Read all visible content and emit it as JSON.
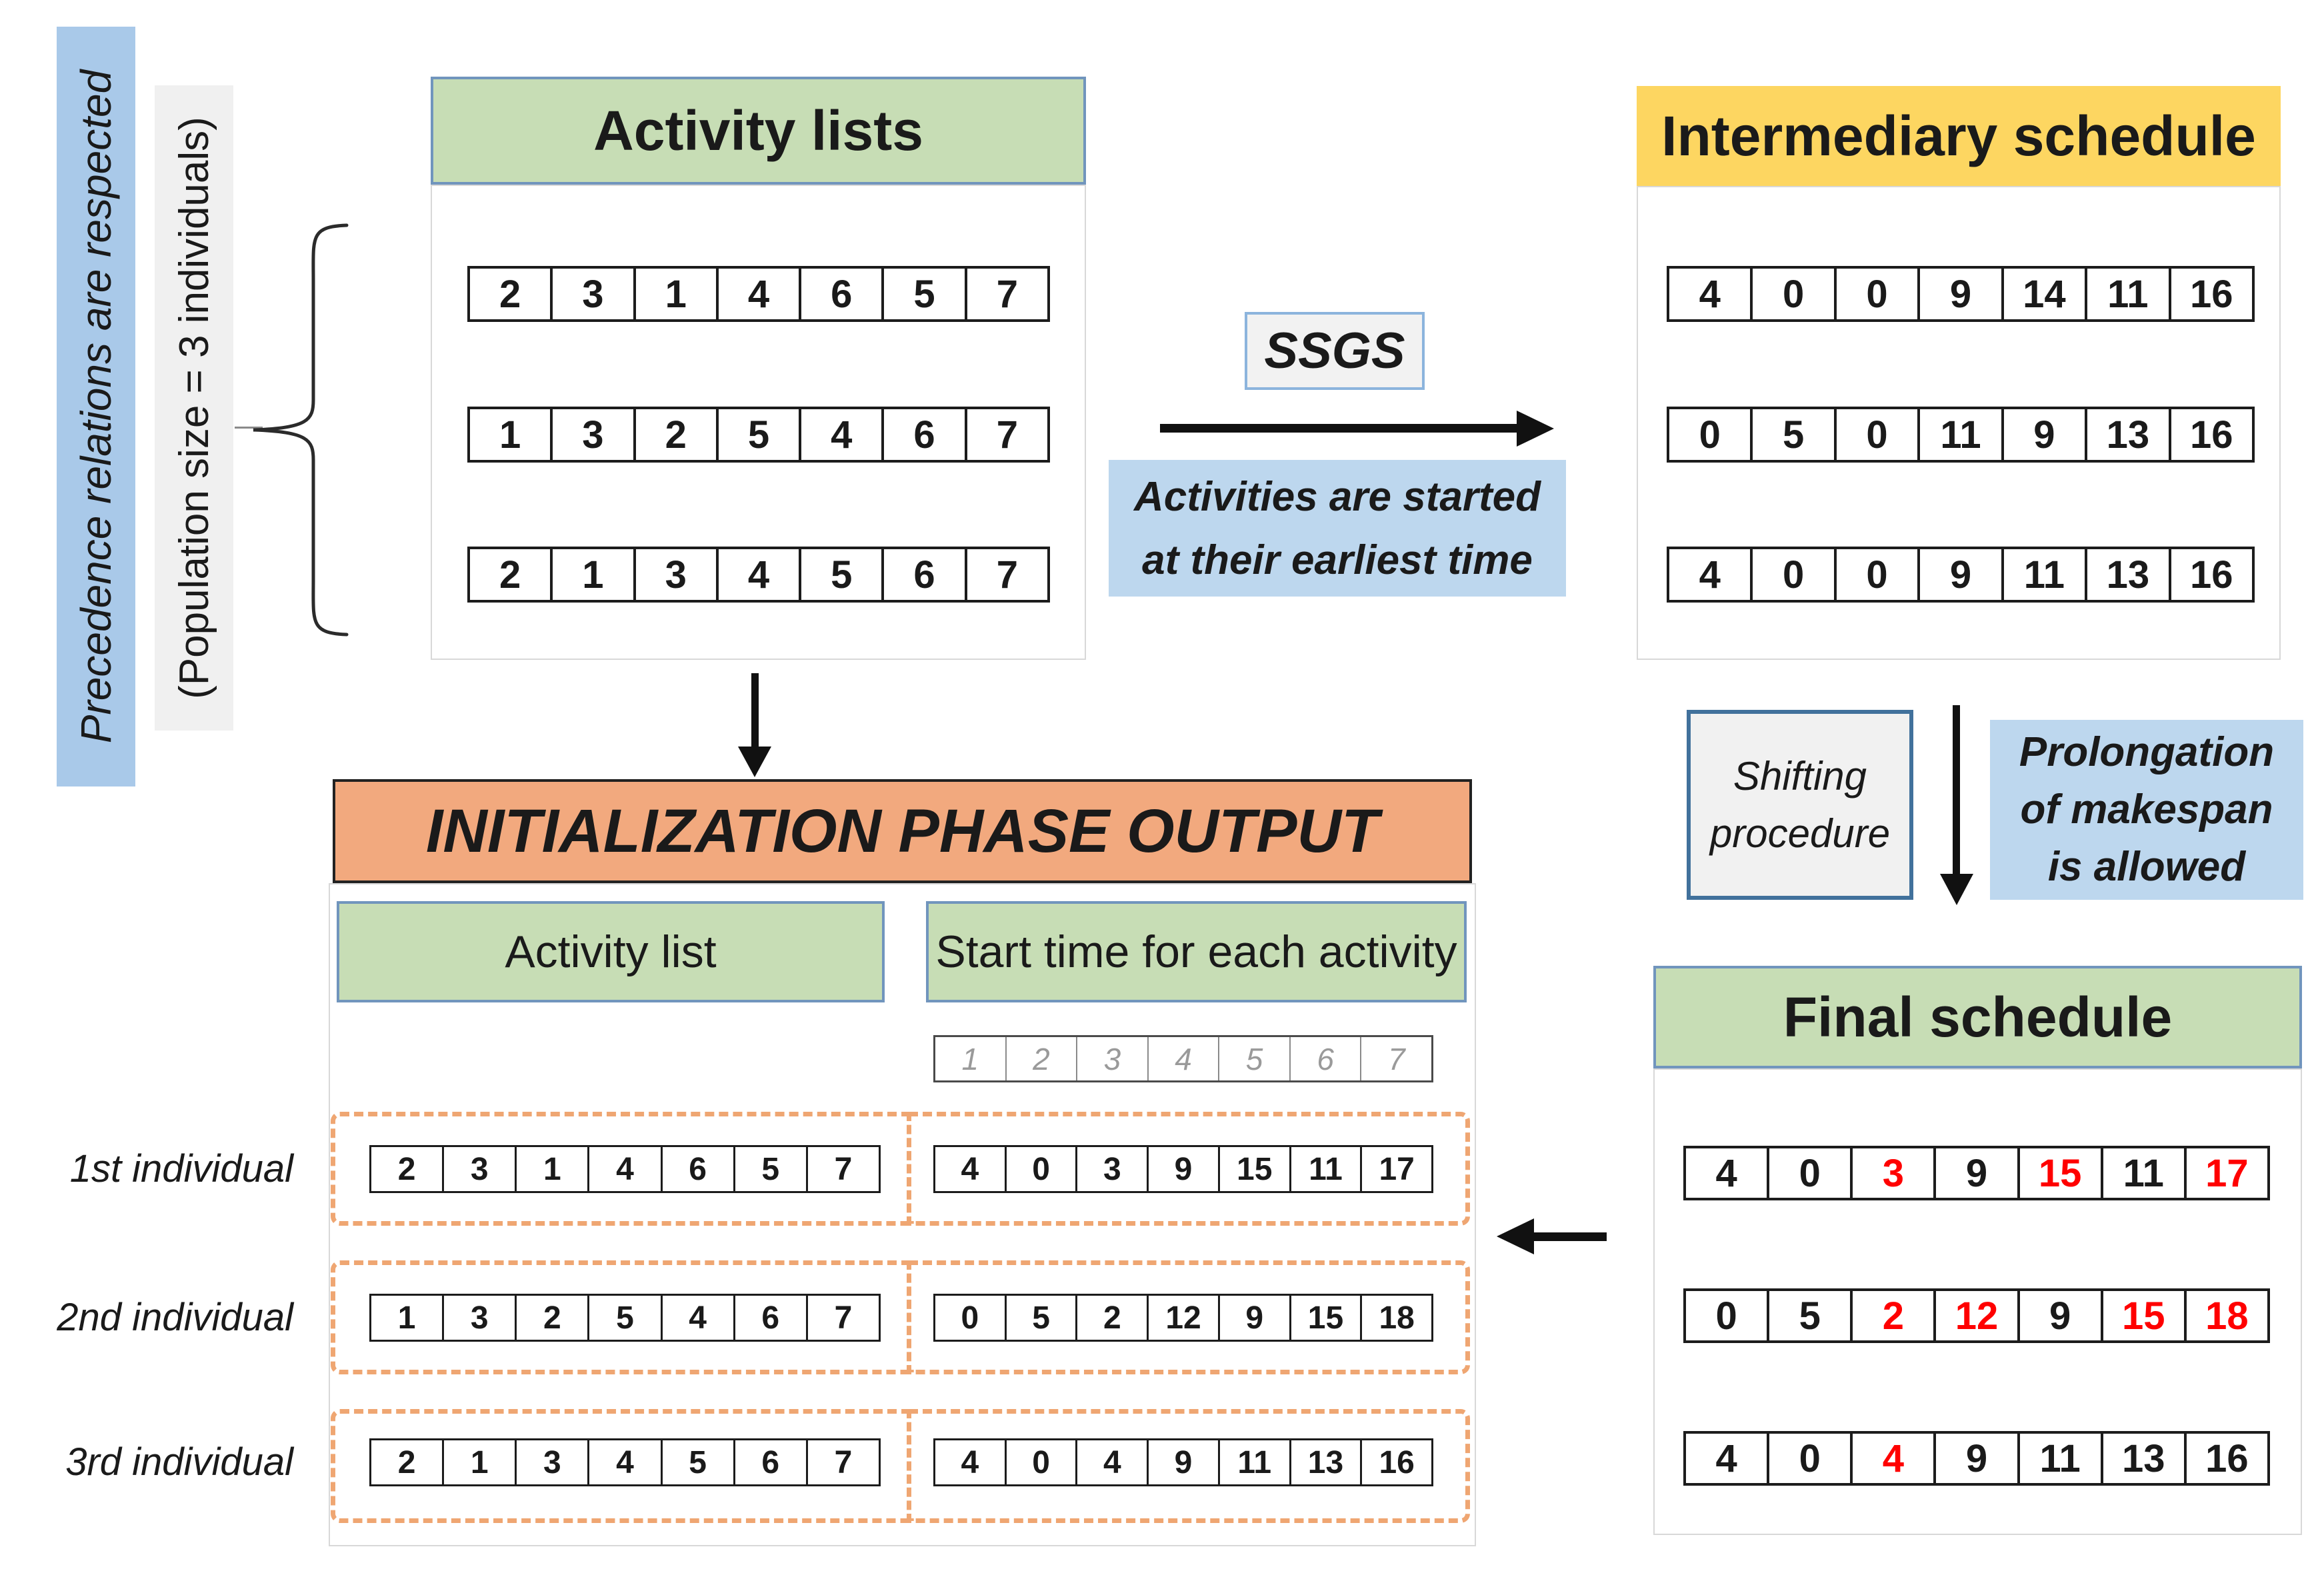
{
  "left_annotations": {
    "precedence_note": "Precedence relations are respected",
    "population_note": "(Population size = 3 individuals)"
  },
  "activity_lists": {
    "title": "Activity lists",
    "rows": [
      [
        2,
        3,
        1,
        4,
        6,
        5,
        7
      ],
      [
        1,
        3,
        2,
        5,
        4,
        6,
        7
      ],
      [
        2,
        1,
        3,
        4,
        5,
        6,
        7
      ]
    ]
  },
  "ssgs": {
    "label": "SSGS",
    "note_line1": "Activities are started",
    "note_line2": "at their earliest time"
  },
  "intermediary_schedule": {
    "title": "Intermediary schedule",
    "rows": [
      [
        4,
        0,
        0,
        9,
        14,
        11,
        16
      ],
      [
        0,
        5,
        0,
        11,
        9,
        13,
        16
      ],
      [
        4,
        0,
        0,
        9,
        11,
        13,
        16
      ]
    ]
  },
  "shifting": {
    "box_line1": "Shifting",
    "box_line2": "procedure",
    "note_line1": "Prolongation",
    "note_line2": "of makespan",
    "note_line3": "is allowed"
  },
  "final_schedule": {
    "title": "Final schedule",
    "rows": [
      [
        {
          "v": 4
        },
        {
          "v": 0
        },
        {
          "v": 3,
          "red": true
        },
        {
          "v": 9
        },
        {
          "v": 15,
          "red": true
        },
        {
          "v": 11
        },
        {
          "v": 17,
          "red": true
        }
      ],
      [
        {
          "v": 0
        },
        {
          "v": 5
        },
        {
          "v": 2,
          "red": true
        },
        {
          "v": 12,
          "red": true
        },
        {
          "v": 9
        },
        {
          "v": 15,
          "red": true
        },
        {
          "v": 18,
          "red": true
        }
      ],
      [
        {
          "v": 4
        },
        {
          "v": 0
        },
        {
          "v": 4,
          "red": true
        },
        {
          "v": 9
        },
        {
          "v": 11
        },
        {
          "v": 13
        },
        {
          "v": 16
        }
      ]
    ],
    "highlight_color": "#ff0000"
  },
  "initialization_output": {
    "title": "INITIALIZATION PHASE OUTPUT",
    "col1_header": "Activity list",
    "col2_header": "Start time for each activity",
    "index_row": [
      1,
      2,
      3,
      4,
      5,
      6,
      7
    ],
    "individuals": [
      {
        "label": "1st individual",
        "activity_list": [
          2,
          3,
          1,
          4,
          6,
          5,
          7
        ],
        "start_times": [
          4,
          0,
          3,
          9,
          15,
          11,
          17
        ]
      },
      {
        "label": "2nd individual",
        "activity_list": [
          1,
          3,
          2,
          5,
          4,
          6,
          7
        ],
        "start_times": [
          0,
          5,
          2,
          12,
          9,
          15,
          18
        ]
      },
      {
        "label": "3rd individual",
        "activity_list": [
          2,
          1,
          3,
          4,
          5,
          6,
          7
        ],
        "start_times": [
          4,
          0,
          4,
          9,
          11,
          13,
          16
        ]
      }
    ]
  },
  "colors": {
    "green_header": "#c7ddb5",
    "yellow_header": "#fdd661",
    "orange_header": "#f2a97e",
    "blue_note": "#bdd7ee",
    "blue_band": "#a9c9e9",
    "gray_box": "#f1f1f1",
    "gray_box_border": "#41719c",
    "dashed_orange": "#efa672",
    "red_value": "#ff0000"
  }
}
